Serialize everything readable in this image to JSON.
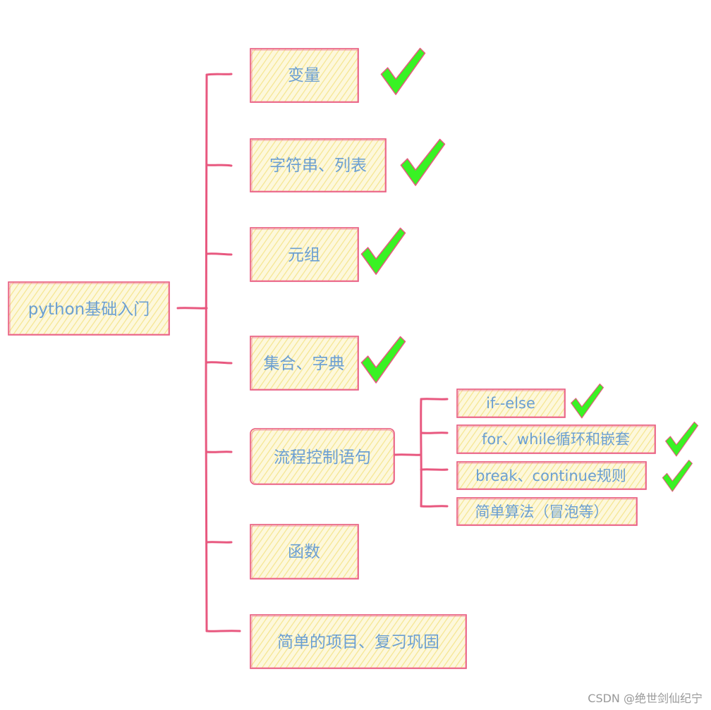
{
  "root": {
    "label": "python基础入门"
  },
  "topics": [
    {
      "label": "变量",
      "done": true
    },
    {
      "label": "字符串、列表",
      "done": true
    },
    {
      "label": "元组",
      "done": true
    },
    {
      "label": "集合、字典",
      "done": true
    },
    {
      "label": "流程控制语句",
      "done": false
    },
    {
      "label": "函数",
      "done": false
    },
    {
      "label": "简单的项目、复习巩固",
      "done": false
    }
  ],
  "subtopics": [
    {
      "label": "if--else",
      "done": true
    },
    {
      "label": "for、while循环和嵌套",
      "done": true
    },
    {
      "label": "break、continue规则",
      "done": true
    },
    {
      "label": "简单算法（冒泡等）",
      "done": false
    }
  ],
  "watermark": "CSDN @绝世剑仙纪宁",
  "colors": {
    "line": "#e8587f",
    "box_fill": "#fbf3c6",
    "text": "#6b9fd1",
    "check": "#39f224"
  },
  "icon_names": {
    "done_mark": "checkmark-icon"
  }
}
